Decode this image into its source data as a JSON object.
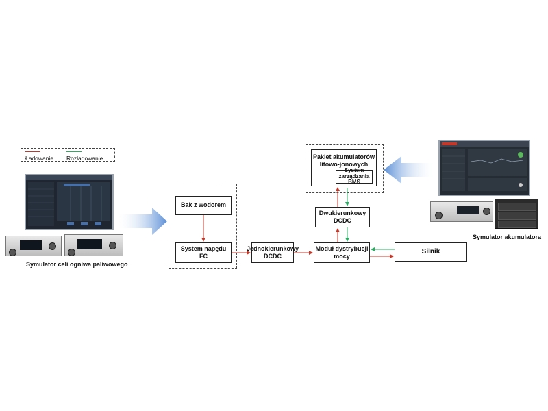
{
  "legend": {
    "charge_label": "Ładowanie",
    "discharge_label": "Rozładowanie",
    "charge_color": "#c0392b",
    "discharge_color": "#27ae60"
  },
  "captions": {
    "fc_simulator": "Symulator celi ogniwa paliwowego",
    "battery_simulator": "Symulator akumulatora"
  },
  "blocks": {
    "hydrogen_tank": "Bak z wodorem",
    "fc_drive_system": "System napędu FC",
    "unidirectional_dcdc": "Jednokierunkowy DCDC",
    "distribution_module": "Moduł dystrybucji mocy",
    "motor": "Silnik",
    "bidirectional_dcdc": "Dwukierunkowy DCDC",
    "battery_pack": "Pakiet akumulatorów litowo-jonowych",
    "bms": "System zarządzania BMS"
  },
  "colors": {
    "arrow_blue": "#5b8fd6",
    "screen_bg": "#1f2630"
  }
}
